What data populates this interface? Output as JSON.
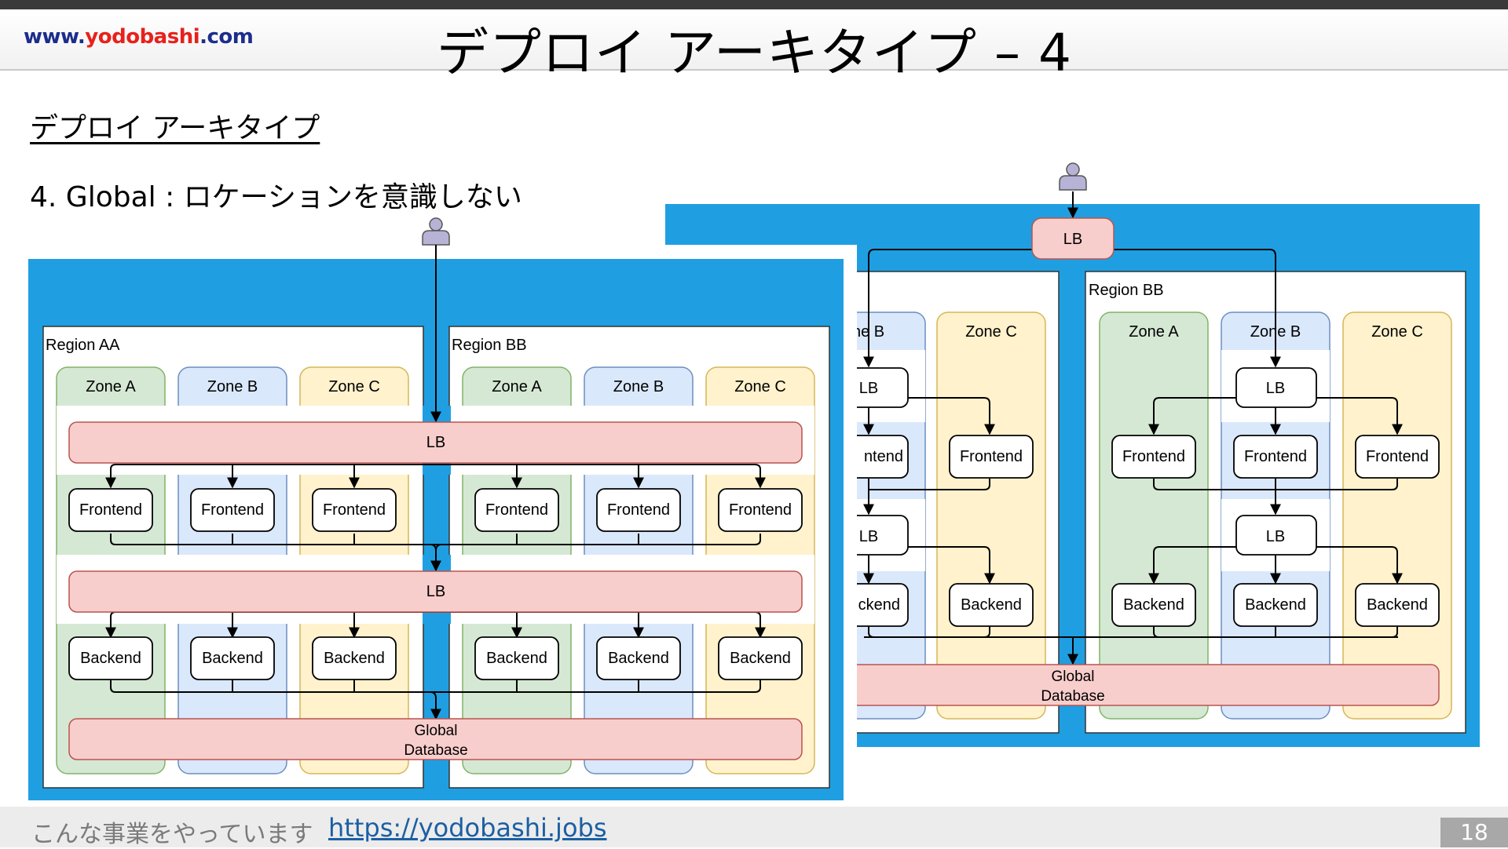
{
  "header": {
    "logo_part1": "www.",
    "logo_part2": "yodobashi",
    "logo_part3": ".com",
    "title": "デプロイ アーキタイプ – 4"
  },
  "content": {
    "subheading": "デプロイ アーキタイプ",
    "point": "4.  Global : ロケーションを意識しない"
  },
  "diagram": {
    "left": {
      "regions": [
        "Region AA",
        "Region BB"
      ],
      "zones": [
        "Zone A",
        "Zone B",
        "Zone C"
      ],
      "lb_label": "LB",
      "frontend_label": "Frontend",
      "backend_label": "Backend",
      "db_line1": "Global",
      "db_line2": "Database"
    },
    "right": {
      "region_label": "Region BB",
      "zones": [
        "Zone A",
        "Zone B",
        "Zone C"
      ],
      "partial_zone_b": "ne B",
      "partial_lb": "LB",
      "partial_frontend": "ntend",
      "partial_backend": "ckend",
      "lb_label": "LB",
      "frontend_label": "Frontend",
      "backend_label": "Backend",
      "db_line1": "Global",
      "db_line2": "Database"
    }
  },
  "colors": {
    "outer_blue": "#1f9fe2",
    "zone_green": "#d5e8d4",
    "zone_blue": "#dae8fc",
    "zone_yellow": "#fff2cc",
    "lb_pink": "#f8cecc"
  },
  "footer": {
    "text": "こんな事業をやっています",
    "link": "https://yodobashi.jobs",
    "page": "18"
  }
}
